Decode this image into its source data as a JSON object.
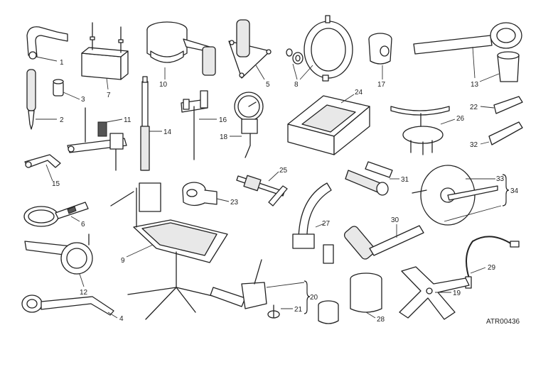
{
  "labels": {
    "l1": "1",
    "l2": "2",
    "l3": "3",
    "l4": "4",
    "l5": "5",
    "l6": "6",
    "l7": "7",
    "l8": "8",
    "l9": "9",
    "l10": "10",
    "l11": "11",
    "l12": "12",
    "l13": "13",
    "l14": "14",
    "l15": "15",
    "l16": "16",
    "l17": "17",
    "l18": "18",
    "l19": "19",
    "l20": "20",
    "l21": "21",
    "l22": "22",
    "l23": "23",
    "l24": "24",
    "l25": "25",
    "l26": "26",
    "l27": "27",
    "l28": "28",
    "l29": "29",
    "l30": "30",
    "l31": "31",
    "l32": "32",
    "l33": "33",
    "l34": "34"
  },
  "diagram_code": "ATR00436"
}
